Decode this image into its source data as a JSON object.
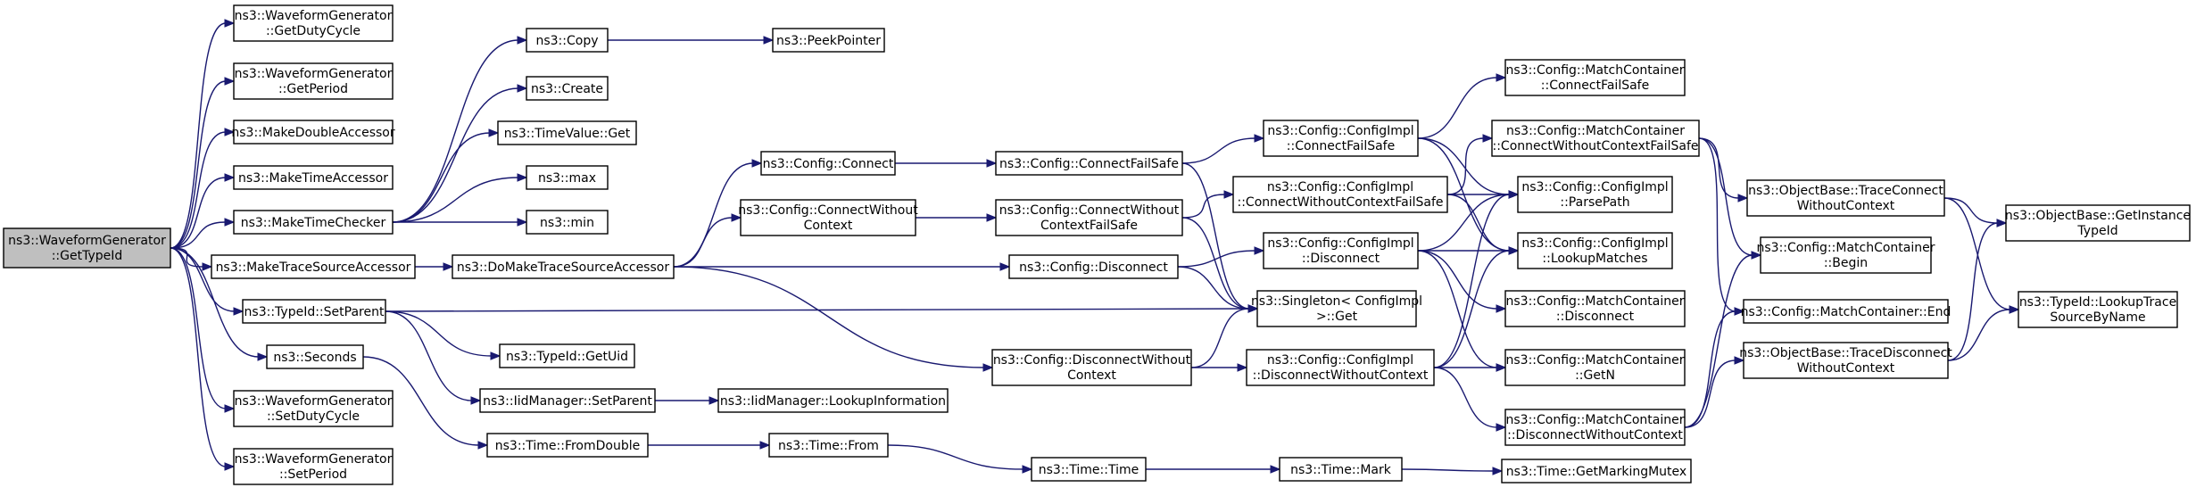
{
  "nodes": [
    {
      "id": "root",
      "lines": [
        "ns3::WaveformGenerator",
        "::GetTypeId"
      ],
      "root": true
    },
    {
      "id": "wg_getdutycycle",
      "lines": [
        "ns3::WaveformGenerator",
        "::GetDutyCycle"
      ]
    },
    {
      "id": "wg_getperiod",
      "lines": [
        "ns3::WaveformGenerator",
        "::GetPeriod"
      ]
    },
    {
      "id": "makedoubleaccessor",
      "lines": [
        "ns3::MakeDoubleAccessor"
      ]
    },
    {
      "id": "maketimeaccessor",
      "lines": [
        "ns3::MakeTimeAccessor"
      ]
    },
    {
      "id": "maketimechecker",
      "lines": [
        "ns3::MakeTimeChecker"
      ]
    },
    {
      "id": "maketracesourceaccessor",
      "lines": [
        "ns3::MakeTraceSourceAccessor"
      ]
    },
    {
      "id": "typeid_setparent",
      "lines": [
        "ns3::TypeId::SetParent"
      ]
    },
    {
      "id": "seconds",
      "lines": [
        "ns3::Seconds"
      ]
    },
    {
      "id": "wg_setdutycycle",
      "lines": [
        "ns3::WaveformGenerator",
        "::SetDutyCycle"
      ]
    },
    {
      "id": "wg_setperiod",
      "lines": [
        "ns3::WaveformGenerator",
        "::SetPeriod"
      ]
    },
    {
      "id": "copy",
      "lines": [
        "ns3::Copy"
      ]
    },
    {
      "id": "create",
      "lines": [
        "ns3::Create"
      ]
    },
    {
      "id": "timevalue_get",
      "lines": [
        "ns3::TimeValue::Get"
      ]
    },
    {
      "id": "max",
      "lines": [
        "ns3::max"
      ]
    },
    {
      "id": "min",
      "lines": [
        "ns3::min"
      ]
    },
    {
      "id": "peekpointer",
      "lines": [
        "ns3::PeekPointer"
      ]
    },
    {
      "id": "domaketracesourceaccessor",
      "lines": [
        "ns3::DoMakeTraceSourceAccessor"
      ]
    },
    {
      "id": "typeid_getuid",
      "lines": [
        "ns3::TypeId::GetUid"
      ]
    },
    {
      "id": "iidmanager_setparent",
      "lines": [
        "ns3::IidManager::SetParent"
      ]
    },
    {
      "id": "iidmanager_lookupinformation",
      "lines": [
        "ns3::IidManager::LookupInformation"
      ]
    },
    {
      "id": "time_fromdouble",
      "lines": [
        "ns3::Time::FromDouble"
      ]
    },
    {
      "id": "time_from",
      "lines": [
        "ns3::Time::From"
      ]
    },
    {
      "id": "time_time",
      "lines": [
        "ns3::Time::Time"
      ]
    },
    {
      "id": "time_mark",
      "lines": [
        "ns3::Time::Mark"
      ]
    },
    {
      "id": "time_getmarkingmutex",
      "lines": [
        "ns3::Time::GetMarkingMutex"
      ]
    },
    {
      "id": "config_connect",
      "lines": [
        "ns3::Config::Connect"
      ]
    },
    {
      "id": "config_connectwithoutcontext",
      "lines": [
        "ns3::Config::ConnectWithout",
        "Context"
      ]
    },
    {
      "id": "config_connectfailsafe",
      "lines": [
        "ns3::Config::ConnectFailSafe"
      ]
    },
    {
      "id": "config_connectwithoutcontextfailsafe",
      "lines": [
        "ns3::Config::ConnectWithout",
        "ContextFailSafe"
      ]
    },
    {
      "id": "config_disconnect",
      "lines": [
        "ns3::Config::Disconnect"
      ]
    },
    {
      "id": "config_disconnectwithoutcontext",
      "lines": [
        "ns3::Config::DisconnectWithout",
        "Context"
      ]
    },
    {
      "id": "singleton_get",
      "lines": [
        "ns3::Singleton< ConfigImpl",
        " >::Get"
      ]
    },
    {
      "id": "ci_connectfailsafe",
      "lines": [
        "ns3::Config::ConfigImpl",
        "::ConnectFailSafe"
      ]
    },
    {
      "id": "ci_connectwithoutcontextfailsafe",
      "lines": [
        "ns3::Config::ConfigImpl",
        "::ConnectWithoutContextFailSafe"
      ]
    },
    {
      "id": "ci_disconnect",
      "lines": [
        "ns3::Config::ConfigImpl",
        "::Disconnect"
      ]
    },
    {
      "id": "ci_disconnectwithoutcontext",
      "lines": [
        "ns3::Config::ConfigImpl",
        "::DisconnectWithoutContext"
      ]
    },
    {
      "id": "mc_connectfailsafe",
      "lines": [
        "ns3::Config::MatchContainer",
        "::ConnectFailSafe"
      ]
    },
    {
      "id": "mc_connectwithoutcontextfailsafe",
      "lines": [
        "ns3::Config::MatchContainer",
        "::ConnectWithoutContextFailSafe"
      ]
    },
    {
      "id": "ci_parsepath",
      "lines": [
        "ns3::Config::ConfigImpl",
        "::ParsePath"
      ]
    },
    {
      "id": "ci_lookupmatches",
      "lines": [
        "ns3::Config::ConfigImpl",
        "::LookupMatches"
      ]
    },
    {
      "id": "mc_disconnect",
      "lines": [
        "ns3::Config::MatchContainer",
        "::Disconnect"
      ]
    },
    {
      "id": "mc_getn",
      "lines": [
        "ns3::Config::MatchContainer",
        "::GetN"
      ]
    },
    {
      "id": "mc_disconnectwithoutcontext",
      "lines": [
        "ns3::Config::MatchContainer",
        "::DisconnectWithoutContext"
      ]
    },
    {
      "id": "ob_traceconnectwithoutcontext",
      "lines": [
        "ns3::ObjectBase::TraceConnect",
        "WithoutContext"
      ]
    },
    {
      "id": "mc_begin",
      "lines": [
        "ns3::Config::MatchContainer",
        "::Begin"
      ]
    },
    {
      "id": "mc_end",
      "lines": [
        "ns3::Config::MatchContainer::End"
      ]
    },
    {
      "id": "ob_tracedisconnectwithoutcontext",
      "lines": [
        "ns3::ObjectBase::TraceDisconnect",
        "WithoutContext"
      ]
    },
    {
      "id": "ob_getinstancetypeid",
      "lines": [
        "ns3::ObjectBase::GetInstance",
        "TypeId"
      ]
    },
    {
      "id": "typeid_lookuptracesourcebyname",
      "lines": [
        "ns3::TypeId::LookupTrace",
        "SourceByName"
      ]
    }
  ],
  "edges": [
    [
      "root",
      "wg_getdutycycle"
    ],
    [
      "root",
      "wg_getperiod"
    ],
    [
      "root",
      "makedoubleaccessor"
    ],
    [
      "root",
      "maketimeaccessor"
    ],
    [
      "root",
      "maketimechecker"
    ],
    [
      "root",
      "maketracesourceaccessor"
    ],
    [
      "root",
      "typeid_setparent"
    ],
    [
      "root",
      "seconds"
    ],
    [
      "root",
      "wg_setdutycycle"
    ],
    [
      "root",
      "wg_setperiod"
    ],
    [
      "maketimechecker",
      "copy"
    ],
    [
      "maketimechecker",
      "create"
    ],
    [
      "maketimechecker",
      "timevalue_get"
    ],
    [
      "maketimechecker",
      "max"
    ],
    [
      "maketimechecker",
      "min"
    ],
    [
      "copy",
      "peekpointer"
    ],
    [
      "maketracesourceaccessor",
      "domaketracesourceaccessor"
    ],
    [
      "typeid_setparent",
      "singleton_get"
    ],
    [
      "typeid_setparent",
      "typeid_getuid"
    ],
    [
      "typeid_setparent",
      "iidmanager_setparent"
    ],
    [
      "iidmanager_setparent",
      "iidmanager_lookupinformation"
    ],
    [
      "seconds",
      "time_fromdouble"
    ],
    [
      "time_fromdouble",
      "time_from"
    ],
    [
      "time_from",
      "time_time"
    ],
    [
      "time_time",
      "time_mark"
    ],
    [
      "time_mark",
      "time_getmarkingmutex"
    ],
    [
      "domaketracesourceaccessor",
      "config_connect"
    ],
    [
      "domaketracesourceaccessor",
      "config_connectwithoutcontext"
    ],
    [
      "domaketracesourceaccessor",
      "config_disconnect"
    ],
    [
      "domaketracesourceaccessor",
      "config_disconnectwithoutcontext"
    ],
    [
      "config_connect",
      "config_connectfailsafe"
    ],
    [
      "config_connectwithoutcontext",
      "config_connectwithoutcontextfailsafe"
    ],
    [
      "config_connectfailsafe",
      "ci_connectfailsafe"
    ],
    [
      "config_connectfailsafe",
      "singleton_get"
    ],
    [
      "config_connectwithoutcontextfailsafe",
      "ci_connectwithoutcontextfailsafe"
    ],
    [
      "config_connectwithoutcontextfailsafe",
      "singleton_get"
    ],
    [
      "config_disconnect",
      "ci_disconnect"
    ],
    [
      "config_disconnect",
      "singleton_get"
    ],
    [
      "config_disconnectwithoutcontext",
      "singleton_get"
    ],
    [
      "config_disconnectwithoutcontext",
      "ci_disconnectwithoutcontext"
    ],
    [
      "ci_connectfailsafe",
      "mc_connectfailsafe"
    ],
    [
      "ci_connectfailsafe",
      "ci_parsepath"
    ],
    [
      "ci_connectfailsafe",
      "ci_lookupmatches"
    ],
    [
      "ci_connectwithoutcontextfailsafe",
      "mc_connectwithoutcontextfailsafe"
    ],
    [
      "ci_connectwithoutcontextfailsafe",
      "ci_parsepath"
    ],
    [
      "ci_connectwithoutcontextfailsafe",
      "ci_lookupmatches"
    ],
    [
      "ci_disconnect",
      "ci_parsepath"
    ],
    [
      "ci_disconnect",
      "ci_lookupmatches"
    ],
    [
      "ci_disconnect",
      "mc_disconnect"
    ],
    [
      "ci_disconnect",
      "mc_getn"
    ],
    [
      "ci_disconnectwithoutcontext",
      "ci_parsepath"
    ],
    [
      "ci_disconnectwithoutcontext",
      "ci_lookupmatches"
    ],
    [
      "ci_disconnectwithoutcontext",
      "mc_getn"
    ],
    [
      "ci_disconnectwithoutcontext",
      "mc_disconnectwithoutcontext"
    ],
    [
      "mc_connectwithoutcontextfailsafe",
      "ob_traceconnectwithoutcontext"
    ],
    [
      "mc_connectwithoutcontextfailsafe",
      "mc_begin"
    ],
    [
      "mc_connectwithoutcontextfailsafe",
      "mc_end"
    ],
    [
      "mc_disconnectwithoutcontext",
      "mc_begin"
    ],
    [
      "mc_disconnectwithoutcontext",
      "mc_end"
    ],
    [
      "mc_disconnectwithoutcontext",
      "ob_tracedisconnectwithoutcontext"
    ],
    [
      "ob_traceconnectwithoutcontext",
      "ob_getinstancetypeid"
    ],
    [
      "ob_traceconnectwithoutcontext",
      "typeid_lookuptracesourcebyname"
    ],
    [
      "ob_tracedisconnectwithoutcontext",
      "ob_getinstancetypeid"
    ],
    [
      "ob_tracedisconnectwithoutcontext",
      "typeid_lookuptracesourcebyname"
    ]
  ]
}
